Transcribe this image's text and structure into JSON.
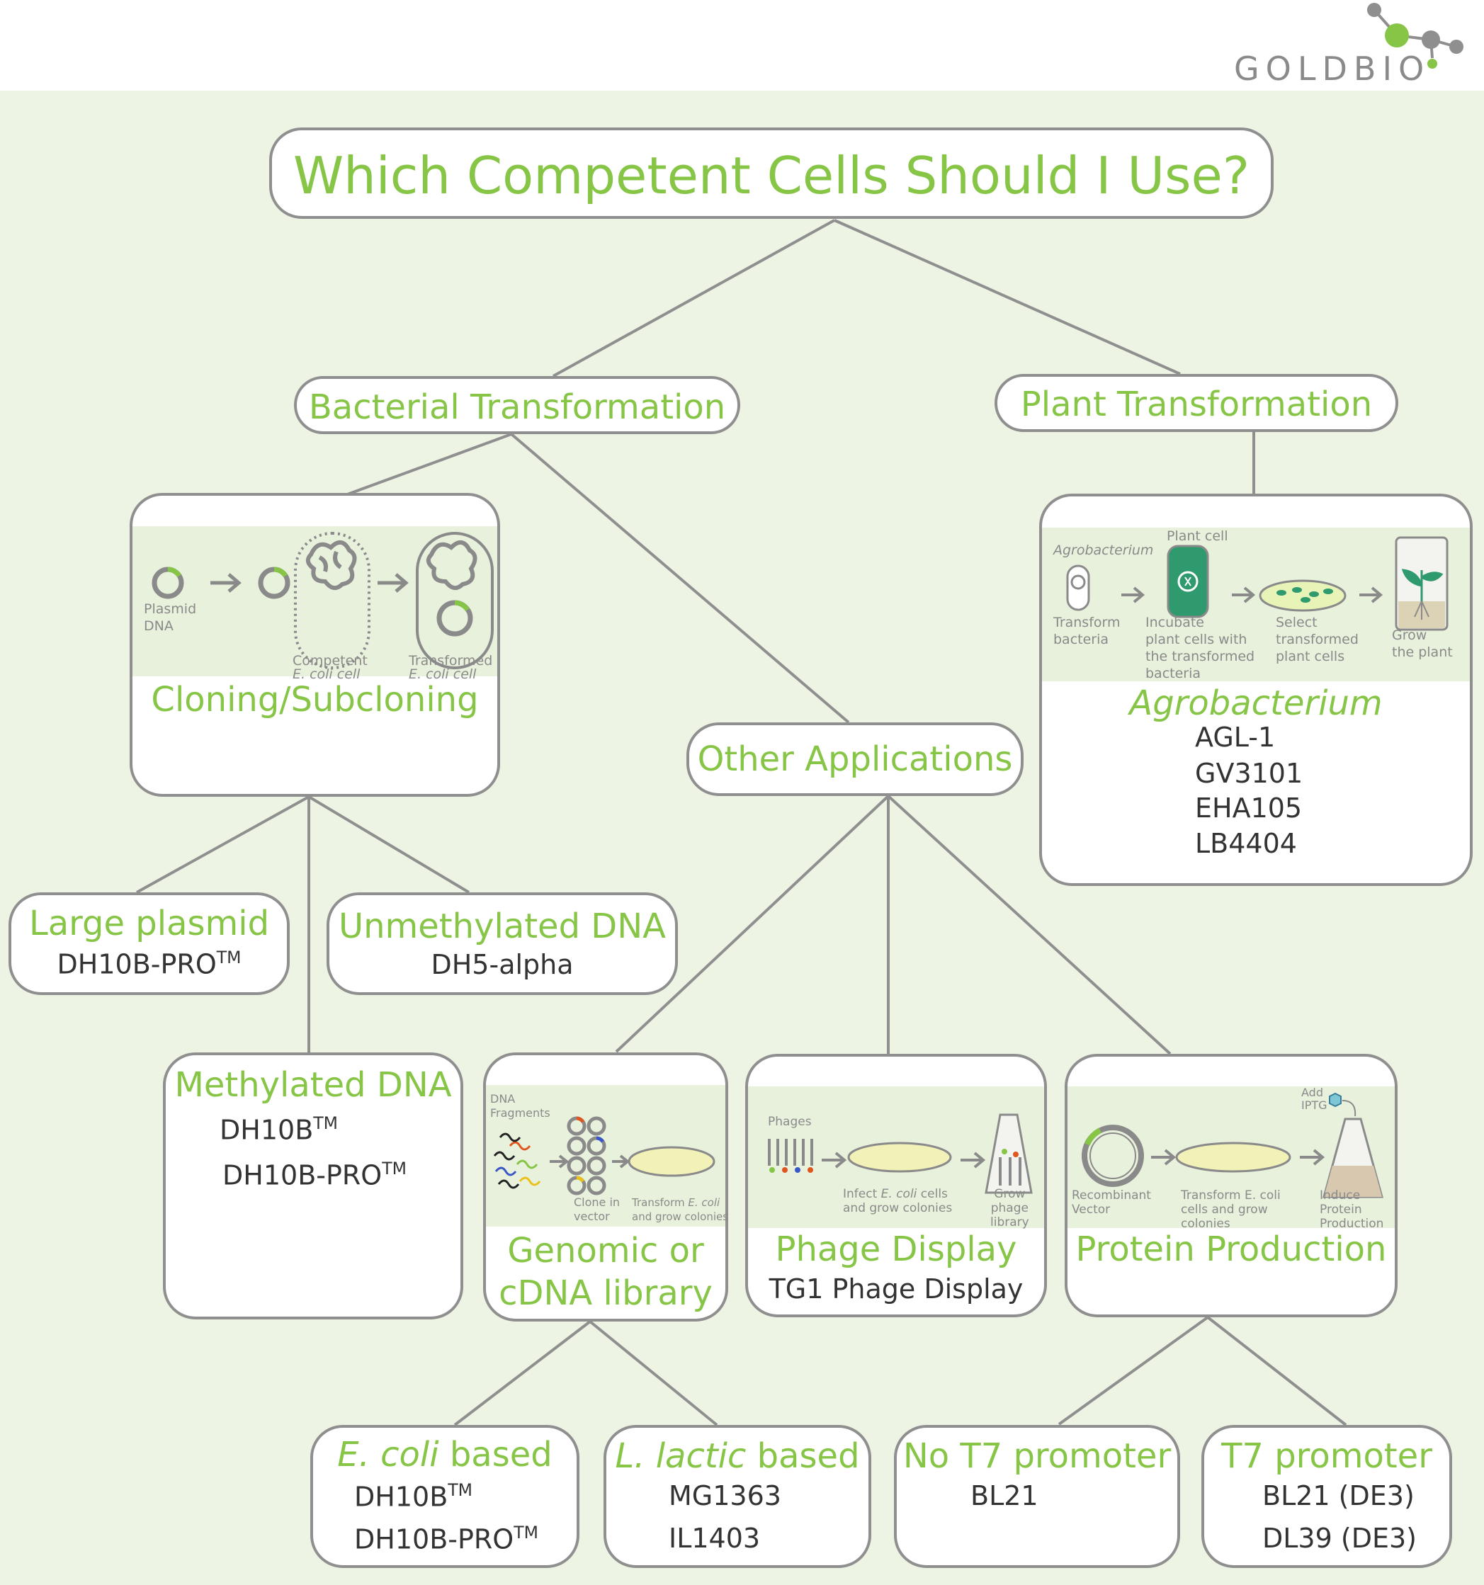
{
  "brand": {
    "name": "GOLDBIO",
    "accent": "#86c546",
    "gray": "#8f8f8f"
  },
  "title": "Which Competent Cells Should I Use?",
  "bacterial": {
    "title": "Bacterial Transformation"
  },
  "plant": {
    "title": "Plant Transformation"
  },
  "cloning": {
    "title": "Cloning/Subcloning",
    "captions": {
      "plasmid": "Plasmid\nDNA",
      "competent": "Competent",
      "competent_ecoli": "E. coli cell",
      "transformed": "Transformed",
      "transformed_ecoli": "E. coli cell"
    }
  },
  "agro": {
    "title": "Agrobacterium",
    "strains": [
      "AGL-1",
      "GV3101",
      "EHA105",
      "LB4404"
    ],
    "captions": {
      "agrobacterium": "Agrobacterium",
      "plant_cell": "Plant cell",
      "transform": "Transform\nbacteria",
      "incubate": "Incubate\nplant cells with\nthe transformed\nbacteria",
      "select": "Select\ntransformed\nplant cells",
      "grow": "Grow\nthe plant"
    }
  },
  "other": {
    "title": "Other Applications"
  },
  "large_plasmid": {
    "title": "Large plasmid",
    "strain": "DH10B-PRO",
    "tm": "TM"
  },
  "unmethylated": {
    "title": "Unmethylated DNA",
    "strain": "DH5-alpha"
  },
  "methylated": {
    "title": "Methylated DNA",
    "strains": [
      "DH10B",
      "DH10B-PRO"
    ],
    "tm": "TM"
  },
  "genomic": {
    "title1": "Genomic or",
    "title2": "cDNA library",
    "captions": {
      "fragments": "DNA\nFragments",
      "clone": "Clone in\nvector",
      "transform_pre": "Transform ",
      "transform_ecoli": "E. coli",
      "transform_post": "and grow colonies"
    }
  },
  "phage": {
    "title": "Phage Display",
    "strain": "TG1 Phage Display",
    "captions": {
      "phages": "Phages",
      "infect_pre": "Infect ",
      "infect_ecoli": "E. coli",
      "infect_post": " cells",
      "infect_line2": "and grow colonies",
      "grow": "Grow\nphage\nlibrary"
    }
  },
  "protein": {
    "title": "Protein Production",
    "captions": {
      "add": "Add",
      "iptg": "IPTG",
      "recombinant": "Recombinant\nVector",
      "transform": "Transform E. coli\ncells and grow\ncolonies",
      "induce": "Induce\nProtein\nProduction"
    }
  },
  "ecoli_based": {
    "title_it": "E. coli",
    "title_rest": " based",
    "strains": [
      "DH10B",
      "DH10B-PRO"
    ],
    "tm": "TM"
  },
  "llactic_based": {
    "title_it": "L. lactic",
    "title_rest": " based",
    "strains": [
      "MG1363",
      "IL1403"
    ]
  },
  "no_t7": {
    "title": "No T7 promoter",
    "strain": "BL21"
  },
  "t7": {
    "title": "T7 promoter",
    "strains": [
      "BL21 (DE3)",
      "DL39 (DE3)"
    ]
  }
}
